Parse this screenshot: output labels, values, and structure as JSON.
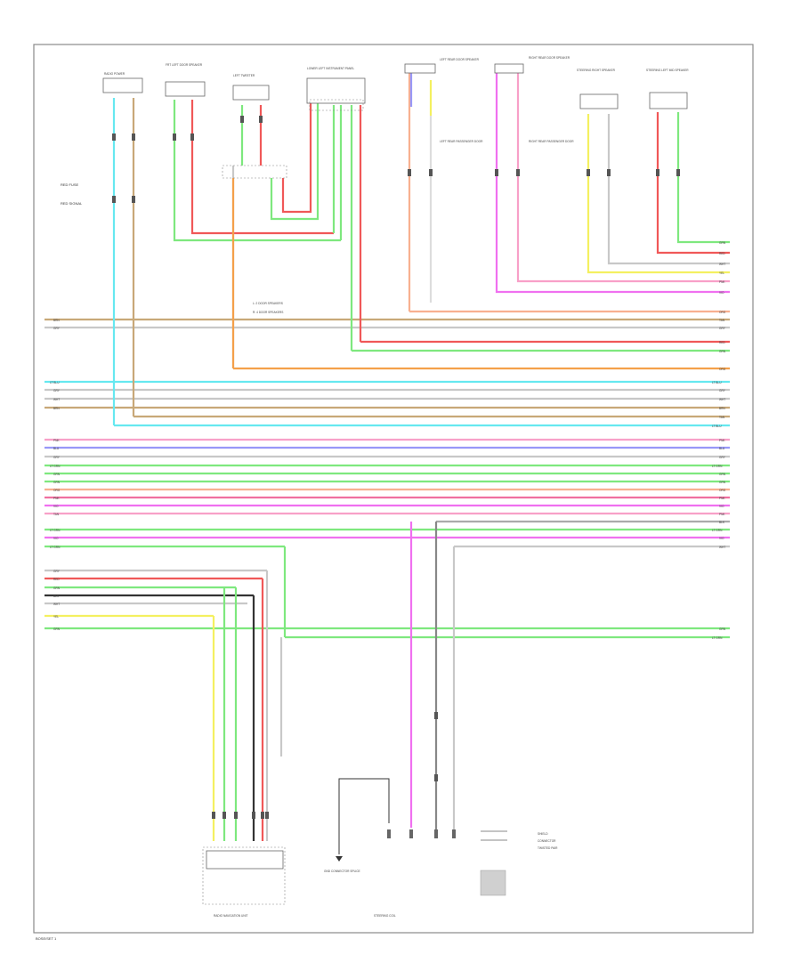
{
  "diagram": {
    "frame_label": "BOSE/SET 1",
    "top_connectors": [
      {
        "id": "c1",
        "label": "RADIO POWER"
      },
      {
        "id": "c2",
        "label": "FRT LEFT DOOR SPEAKER"
      },
      {
        "id": "c3",
        "label": "LEFT TWEETER"
      },
      {
        "id": "c4",
        "label": "LOWER LEFT INSTRUMENT PANEL"
      },
      {
        "id": "c5",
        "label": "LEFT REAR DOOR SPEAKER"
      },
      {
        "id": "c6",
        "label": "RIGHT REAR DOOR SPEAKER"
      },
      {
        "id": "c7",
        "label": "STEERING RIGHT SPEAKER"
      },
      {
        "id": "c8",
        "label": "STEERING LEFT MID SPEAKER"
      }
    ],
    "side_labels": [
      "RED FUSE",
      "RED SIGNAL"
    ],
    "notes": [
      "LEFT REAR PASSENGER DOOR",
      "RIGHT REAR PASSENGER DOOR",
      "L: 2 DOOR SPEAKERS",
      "R: 4 DOOR SPEAKERS"
    ],
    "bottom_labels": {
      "module": "RADIO NAVIGATION UNIT",
      "ground": "GND CONNECTOR SPLICE",
      "center": "STEERING COIL",
      "legend": [
        "SHIELD",
        "CONNECTOR",
        "TWISTED PAIR"
      ]
    },
    "wire_codes": {
      "grn": "GRN",
      "red": "RED",
      "yel": "YEL",
      "pnk": "PNK",
      "blu": "BLU",
      "org": "ORG",
      "brn": "BRN",
      "wht": "WHT",
      "blk": "BLK",
      "gry": "GRY",
      "ltgrn": "LT GRN",
      "ltblu": "LT BLU",
      "vio": "VIO",
      "tan": "TAN"
    },
    "colors": {
      "frame": "#8a8a8a",
      "cyan": "#66e8f0",
      "orange": "#f4a04a",
      "tan": "#c8a878",
      "green": "#7ee87e",
      "red": "#f05858",
      "yellow": "#f4f060",
      "magenta": "#f070f0",
      "pink": "#f8a0c8",
      "blue": "#9898f8",
      "gray": "#888888",
      "black": "#333333",
      "lightgray": "#c8c8c8",
      "salmon": "#f8b090"
    }
  }
}
